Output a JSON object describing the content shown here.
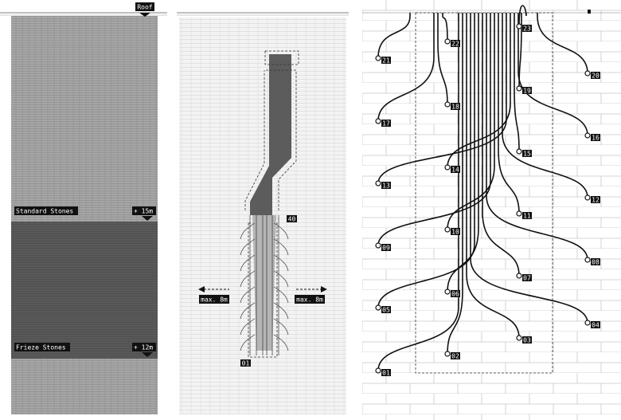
{
  "elevation": {
    "roof_label": "Roof",
    "standard_label": "Standard Stones",
    "standard_height": "+ 15m",
    "frieze_label": "Frieze Stones",
    "frieze_height": "+ 12m"
  },
  "section": {
    "top_node": "40",
    "bottom_node": "01",
    "left_extent": "max. 8m",
    "right_extent": "max. 8m"
  },
  "detail": {
    "nodes": [
      "01",
      "02",
      "03",
      "04",
      "05",
      "06",
      "07",
      "08",
      "09",
      "10",
      "11",
      "12",
      "13",
      "14",
      "15",
      "16",
      "17",
      "18",
      "19",
      "20",
      "21",
      "22",
      "23"
    ]
  }
}
